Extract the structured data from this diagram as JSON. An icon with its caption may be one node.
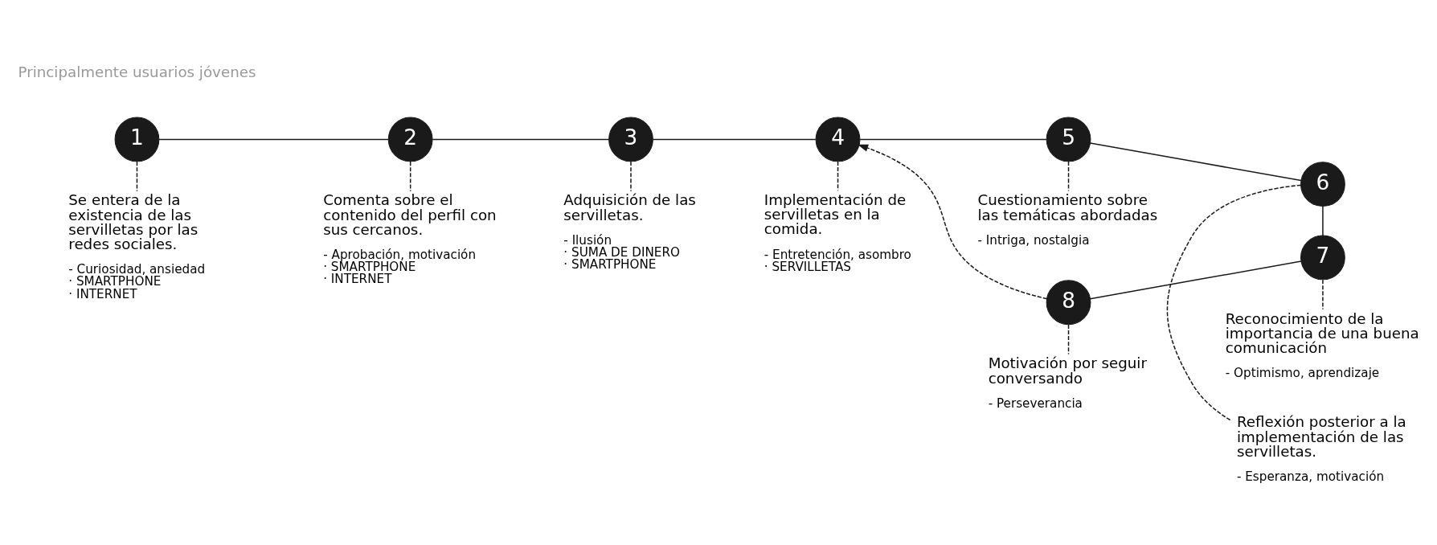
{
  "diagram": {
    "nodes": [
      {
        "text": [
          "1"
        ]
      },
      {
        "text": [
          "Se entera de la existencia de las servilletas por las redes sociales.",
          "- Curiosidad, ansiedad",
          "· SMARTPHONE",
          "· INTERNET"
        ]
      },
      {
        "text": [
          "2"
        ]
      },
      {
        "text": [
          "Comenta sobre el contenido del perfil con sus cercanos.",
          "- Aprobación, motivación",
          "· SMARTPHONE",
          "· INTERNET"
        ]
      },
      {
        "text": [
          "3"
        ]
      },
      {
        "text": [
          "Adquisición de las servilletas.",
          "- Ilusión",
          "· SUMA DE DINERO",
          "· SMARTPHONE"
        ]
      },
      {
        "text": [
          "4"
        ]
      },
      {
        "text": [
          "Implementación de servilletas en la comida.",
          "- Entretención, asombro",
          "· SERVILLETAS"
        ]
      },
      {
        "text": [
          "5"
        ]
      },
      {
        "text": [
          "Cuestionamiento sobre las temáticas abordadas",
          "- Intriga, nostalgia"
        ]
      },
      {
        "text": [
          "6"
        ]
      },
      {
        "text": [
          "Reflexión posterior a la implementación de las servilletas.",
          "- Esperanza, motivación"
        ]
      },
      {
        "text": [
          "7"
        ]
      },
      {
        "text": [
          "Reconocimiento de la importancia de una buena comunicación",
          "- Optimismo, aprendizaje"
        ]
      },
      {
        "text": [
          "8"
        ]
      },
      {
        "text": [
          "Motivación por seguir conversando",
          "- Perseverancia"
        ]
      }
    ],
    "edges": [
      {
        "from": 0,
        "to": 2,
        "arrow": "none"
      },
      {
        "from": 2,
        "to": 4,
        "arrow": "none"
      },
      {
        "from": 4,
        "to": 6,
        "arrow": "none"
      },
      {
        "from": 6,
        "to": 8,
        "arrow": "none"
      },
      {
        "from": 8,
        "to": 10,
        "arrow": "none"
      },
      {
        "from": 10,
        "to": 12,
        "arrow": "none"
      },
      {
        "from": 12,
        "to": 14,
        "arrow": "none"
      },
      {
        "from": 14,
        "to": 6,
        "arrow": "to",
        "style": "dashed"
      },
      {
        "from": 0,
        "to": 1,
        "arrow": "none",
        "style": "dashed"
      },
      {
        "from": 2,
        "to": 3,
        "arrow": "none",
        "style": "dashed"
      },
      {
        "from": 4,
        "to": 5,
        "arrow": "none",
        "style": "dashed"
      },
      {
        "from": 6,
        "to": 7,
        "arrow": "none",
        "style": "dashed"
      },
      {
        "from": 8,
        "to": 9,
        "arrow": "none",
        "style": "dashed"
      },
      {
        "from": 10,
        "to": 11,
        "arrow": "none",
        "style": "dashed"
      },
      {
        "from": 12,
        "to": 13,
        "arrow": "none",
        "style": "dashed"
      },
      {
        "from": 14,
        "to": 15,
        "arrow": "none",
        "style": "dashed"
      }
    ],
    "labels": [
      "Principalmente usuarios jóvenes"
    ]
  }
}
